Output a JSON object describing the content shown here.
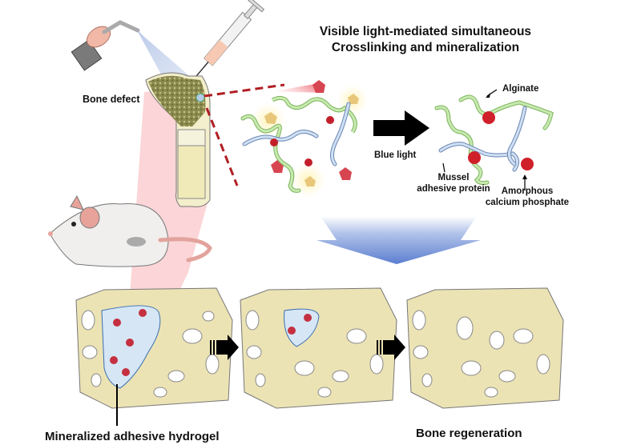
{
  "title": {
    "line1": "Visible light-mediated simultaneous",
    "line2": "Crosslinking and mineralization"
  },
  "labels": {
    "bone_defect": "Bone defect",
    "blue_light": "Blue light",
    "alginate": "Alginate",
    "mussel_line1": "Mussel",
    "mussel_line2": "adhesive protein",
    "acp_line1": "Amorphous",
    "acp_line2": "calcium phosphate",
    "hydrogel": "Mineralized adhesive hydrogel",
    "bone_regeneration": "Bone regeneration"
  },
  "colors": {
    "alginate_strand": "#a8d98a",
    "map_strand": "#b5cde8",
    "acp_particle": "#d0202a",
    "bone": "#ece3b5",
    "hydrogel": "#d6e6f5",
    "dashed_link": "#b01e23",
    "light_beam_blue": "#8aa5d8",
    "light_beam_red": "#f4a6aa"
  },
  "stages": [
    {
      "name": "hydrogel-filled-defect",
      "particles": 5
    },
    {
      "name": "partially-degraded",
      "particles": 2
    },
    {
      "name": "regenerated-bone",
      "particles": 0
    }
  ]
}
